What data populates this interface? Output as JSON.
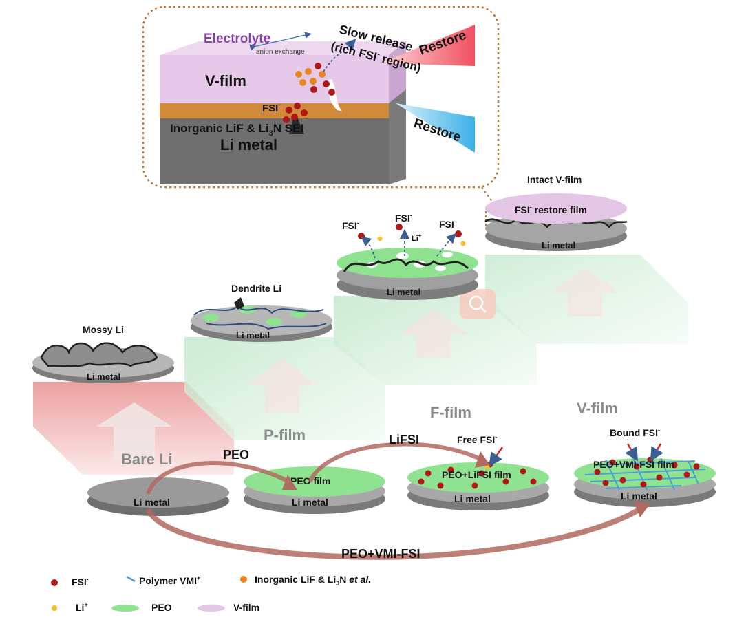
{
  "inset": {
    "electrolyte": "Electrolyte",
    "anion_exchange": "anion exchange",
    "slow_release_1": "Slow release",
    "slow_release_2": "(rich FSI",
    "slow_release_2_sup": "-",
    "slow_release_2_end": " region)",
    "restore_top": "Restore",
    "restore_bottom": "Restore",
    "vfilm": "V-film",
    "fsi": "FSI",
    "fsi_sup": "-",
    "sei_a": "Inorganic LiF & Li",
    "sei_sub": "3",
    "sei_b": "N SEI",
    "li_metal": "Li metal"
  },
  "stairs": {
    "mossy": {
      "title": "Mossy Li",
      "base": "Li metal"
    },
    "dendrite": {
      "title": "Dendrite Li",
      "base": "Li metal"
    },
    "middle": {
      "fsi1": "FSI",
      "fsi2": "FSI",
      "fsi3": "FSI",
      "sup": "-",
      "li": "Li",
      "li_sup": "+",
      "base": "Li metal"
    },
    "intact": {
      "title": "Intact V-film",
      "film_a": "FSI",
      "film_sup": "-",
      "film_b": " restore film",
      "base": "Li metal"
    }
  },
  "stages": {
    "bare": {
      "name": "Bare Li",
      "disk": "Li metal"
    },
    "p": {
      "name": "P-film",
      "film": "PEO film",
      "disk": "Li metal"
    },
    "f": {
      "name": "F-film",
      "film": "PEO+LiFSI film",
      "disk": "Li metal",
      "free_a": "Free FSI",
      "free_sup": "-"
    },
    "v": {
      "name": "V-film",
      "film": "PEO+VMI-FSI film",
      "disk": "Li metal",
      "bound_a": "Bound FSI",
      "bound_sup": "-"
    }
  },
  "arrows": {
    "peo": "PEO",
    "lifsi": "LiFSI",
    "peovmi": "PEO+VMI-FSI"
  },
  "legend": {
    "fsi_a": "FSI",
    "fsi_sup": "-",
    "vmi_a": "Polymer VMI",
    "vmi_sup": "+",
    "inorg_a": "Inorganic LiF & Li",
    "inorg_sub": "3",
    "inorg_b": "N ",
    "inorg_c": "et al.",
    "li_a": "Li",
    "li_sup": "+",
    "peo": "PEO",
    "vfilm": "V-film"
  },
  "colors": {
    "fsi": "#b01818",
    "li": "#f2bf2e",
    "peo": "#8fe28f",
    "vfilm": "#e3c6e4",
    "inorganic": "#e9841e",
    "vmi": "#4a9ed6",
    "metal": "#8a8a8a"
  }
}
